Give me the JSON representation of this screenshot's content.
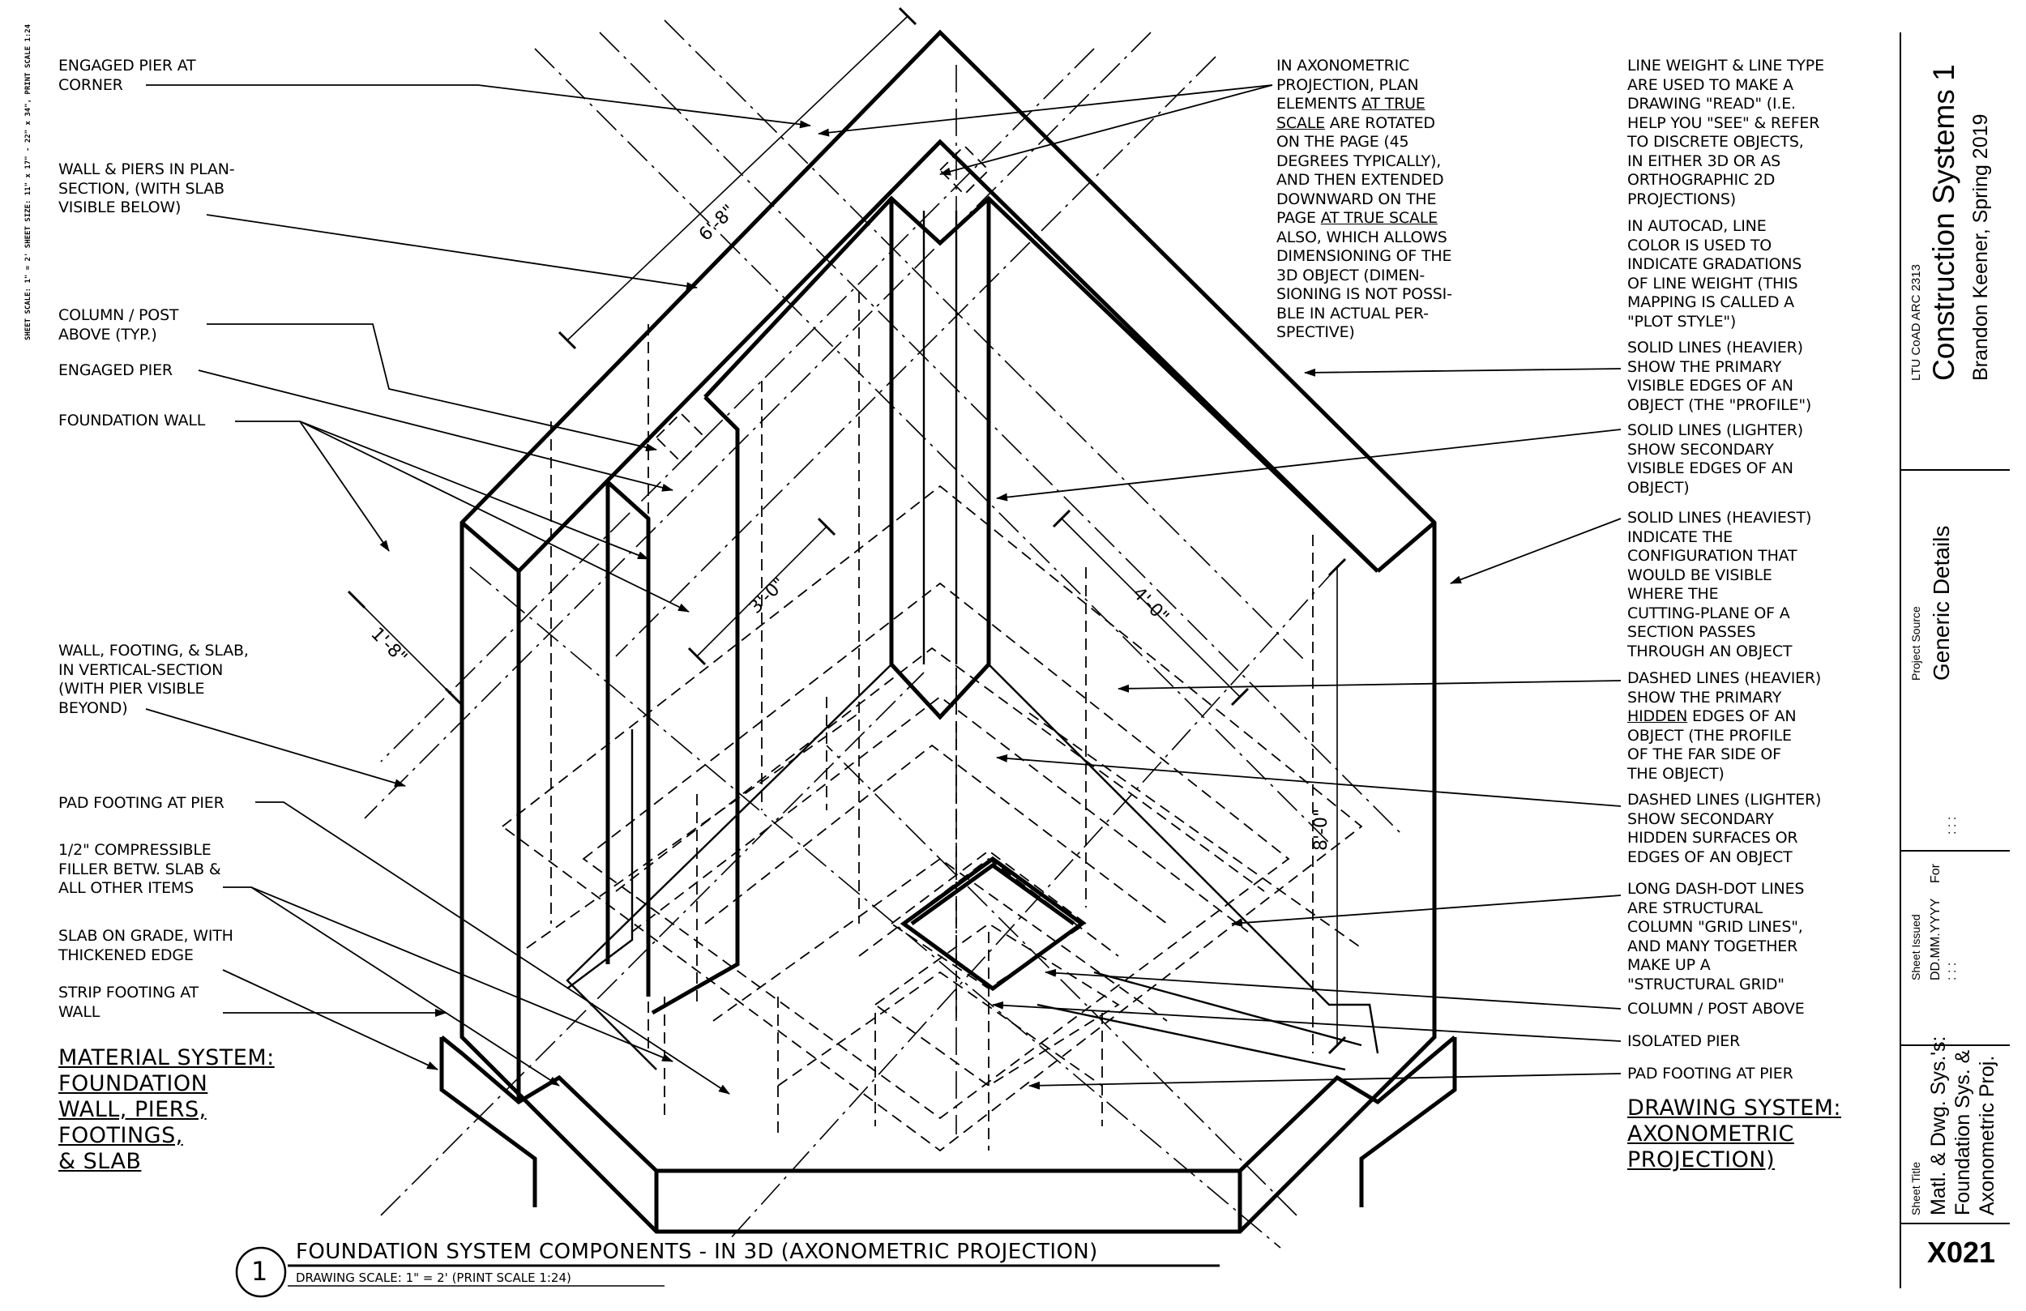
{
  "sheet_scale_note": "SHEET SCALE: 1\" = 2' SHEET SIZE: 11\" x 17\" - 22\" x 34\", PRINT SCALE 1:24",
  "left_labels": [
    {
      "id": "engaged-pier-corner",
      "text": "ENGAGED PIER AT\nCORNER"
    },
    {
      "id": "wall-piers-plan",
      "text": "WALL & PIERS IN PLAN-\nSECTION, (WITH SLAB\nVISIBLE BELOW)"
    },
    {
      "id": "column-post-above",
      "text": "COLUMN / POST\nABOVE (TYP.)"
    },
    {
      "id": "engaged-pier",
      "text": "ENGAGED PIER"
    },
    {
      "id": "foundation-wall",
      "text": "FOUNDATION WALL"
    },
    {
      "id": "wall-footing-slab",
      "text": "WALL, FOOTING, & SLAB,\nIN VERTICAL-SECTION\n(WITH PIER VISIBLE\nBEYOND)"
    },
    {
      "id": "pad-footing-pier",
      "text": "PAD FOOTING AT PIER"
    },
    {
      "id": "compressible-filler",
      "text": "1/2\" COMPRESSIBLE\nFILLER BETW. SLAB &\nALL OTHER ITEMS"
    },
    {
      "id": "slab-on-grade",
      "text": "SLAB ON GRADE, WITH\nTHICKENED EDGE"
    },
    {
      "id": "strip-footing",
      "text": "STRIP FOOTING AT\nWALL"
    }
  ],
  "material_system": "MATERIAL SYSTEM:\nFOUNDATION\nWALL, PIERS,\nFOOTINGS,\n& SLAB",
  "center_note": {
    "line1": "IN AXONOMETRIC\nPROJECTION, PLAN\nELEMENTS ",
    "underline1": "AT TRUE\nSCALE",
    "line2": " ARE ROTATED\nON THE PAGE (45\nDEGREES TYPICALLY),\nAND THEN EXTENDED\nDOWNWARD ON THE\nPAGE ",
    "underline2": "AT TRUE SCALE",
    "line3": "\nALSO, WHICH ALLOWS\nDIMENSIONING OF THE\n3D OBJECT (DIMEN-\nSIONING IS NOT POSSI-\nBLE IN ACTUAL PER-\nSPECTIVE)"
  },
  "right_labels": [
    {
      "id": "line-weight",
      "text": "LINE WEIGHT & LINE TYPE\nARE USED TO MAKE A\nDRAWING \"READ\" (I.E.\nHELP YOU \"SEE\" & REFER\nTO DISCRETE OBJECTS,\nIN EITHER 3D OR AS\nORTHOGRAPHIC 2D\nPROJECTIONS)"
    },
    {
      "id": "autocad",
      "text": "IN AUTOCAD, LINE\nCOLOR IS USED TO\nINDICATE GRADATIONS\nOF LINE WEIGHT (THIS\nMAPPING IS CALLED A\n\"PLOT STYLE\")"
    },
    {
      "id": "solid-heavier",
      "text": "SOLID LINES (HEAVIER)\nSHOW THE PRIMARY\nVISIBLE EDGES OF AN\nOBJECT (THE \"PROFILE\")"
    },
    {
      "id": "solid-lighter",
      "text": "SOLID LINES (LIGHTER)\nSHOW SECONDARY\nVISIBLE EDGES OF AN\nOBJECT)"
    },
    {
      "id": "solid-heaviest",
      "text": "SOLID LINES (HEAVIEST)\nINDICATE THE\nCONFIGURATION THAT\nWOULD BE VISIBLE\nWHERE THE\nCUTTING-PLANE OF A\nSECTION PASSES\nTHROUGH AN OBJECT"
    },
    {
      "id": "dashed-heavier-pre",
      "text": "DASHED LINES (HEAVIER)\nSHOW THE PRIMARY\n"
    },
    {
      "id": "dashed-heavier-u",
      "text": "HIDDEN"
    },
    {
      "id": "dashed-heavier-post",
      "text": " EDGES OF AN\nOBJECT (THE PROFILE\nOF THE FAR SIDE OF\nTHE OBJECT)"
    },
    {
      "id": "dashed-lighter",
      "text": "DASHED LINES (LIGHTER)\nSHOW SECONDARY\nHIDDEN SURFACES OR\nEDGES OF AN OBJECT"
    },
    {
      "id": "dash-dot",
      "text": "LONG DASH-DOT LINES\nARE STRUCTURAL\nCOLUMN \"GRID LINES\",\nAND MANY TOGETHER\nMAKE UP A\n\"STRUCTURAL GRID\""
    },
    {
      "id": "column-post-above-r",
      "text": "COLUMN / POST ABOVE"
    },
    {
      "id": "isolated-pier",
      "text": "ISOLATED PIER"
    },
    {
      "id": "pad-footing-r",
      "text": "PAD FOOTING AT PIER"
    }
  ],
  "drawing_system": "DRAWING SYSTEM:\nAXONOMETRIC\nPROJECTION)",
  "dimensions": {
    "d1": "6'-8\"",
    "d2": "1'-8\"",
    "d3": "3'-0\"",
    "d4": "4'-0\"",
    "d5": "8'-0\""
  },
  "drawing_title": {
    "number": "1",
    "title": "FOUNDATION SYSTEM COMPONENTS - IN 3D (AXONOMETRIC PROJECTION)",
    "scale": "DRAWING SCALE: 1\" = 2' (PRINT SCALE 1:24)"
  },
  "title_block": {
    "course": "LTU CoAD ARC 2313",
    "project_name": "Construction Systems 1",
    "author": "Brandon Keener, Spring 2019",
    "project_source_label": "Project Source",
    "project_source": "Generic Details",
    "sheet_issued_label": "Sheet Issued",
    "issued_date": "DD.MM.YYYY",
    "issued_for": "For",
    "issued_blank1": ": : :",
    "issued_blank2": ": : :",
    "sheet_title_label": "Sheet Title",
    "sheet_title_1": "Matl. & Dwg. Sys.'s:",
    "sheet_title_2": "Foundation Sys. &",
    "sheet_title_3": "Axonometric Proj.",
    "sheet_number": "X021"
  }
}
